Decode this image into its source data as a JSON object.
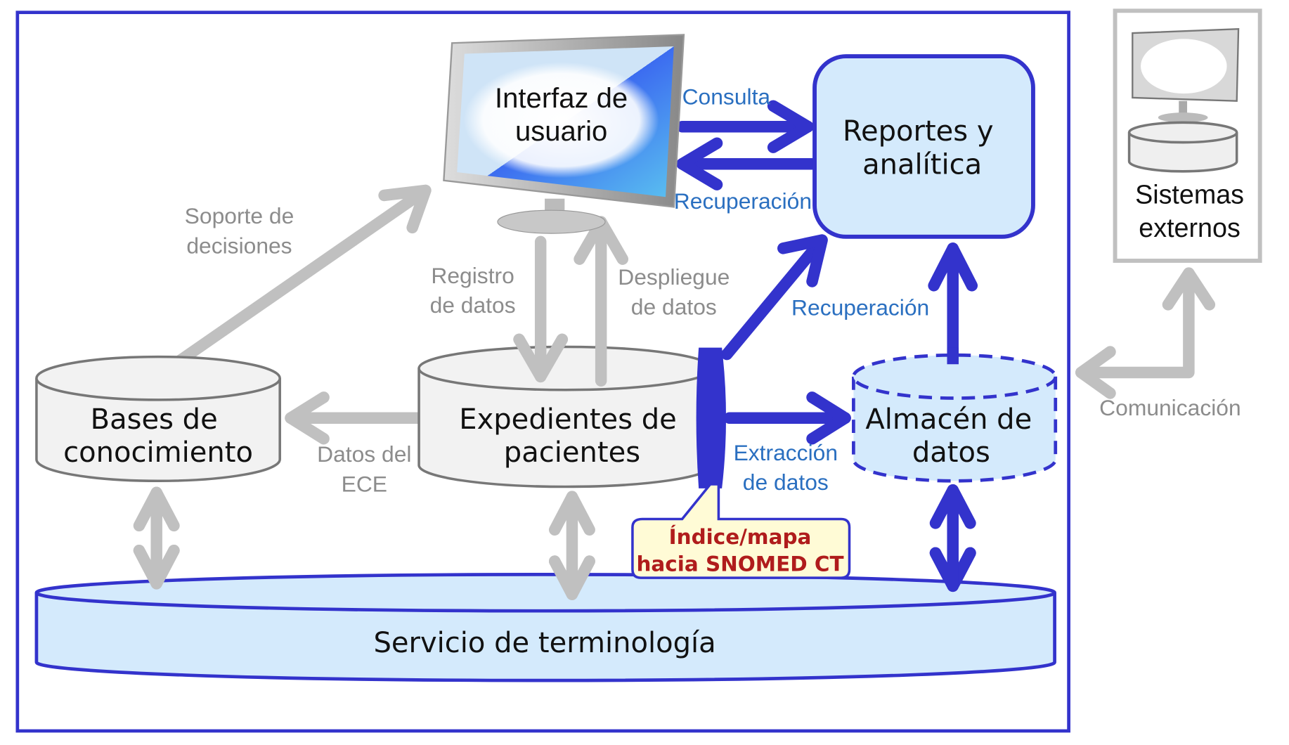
{
  "diagram": {
    "nodes": {
      "user_interface": "Interfaz de|usuario",
      "reports": "Reportes y|analítica",
      "knowledge_bases": "Bases de|conocimiento",
      "patient_records": "Expedientes de|pacientes",
      "data_warehouse": "Almacén de|datos",
      "terminology_service": "Servicio de terminología",
      "external_systems": "Sistemas|externos"
    },
    "labels": {
      "consulta": "Consulta",
      "recuperacion_top": "Recuperación",
      "recuperacion_mid": "Recuperación",
      "soporte": "Soporte de|decisiones",
      "registro": "Registro|de datos",
      "despliegue": "Despliegue|de datos",
      "datos_ece": "Datos del|ECE",
      "extraccion": "Extracción|de datos",
      "comunicacion": "Comunicación"
    },
    "callout": "Índice/mapa|hacia SNOMED CT",
    "colors": {
      "frame": "#3333cc",
      "blue_arrow": "#3333cc",
      "gray_arrow": "#c0c0c0",
      "node_fill_blue": "#d4eafc",
      "node_fill_gray": "#f2f2f2",
      "callout_fill": "#fffbd6",
      "callout_text": "#b01c1c"
    }
  }
}
